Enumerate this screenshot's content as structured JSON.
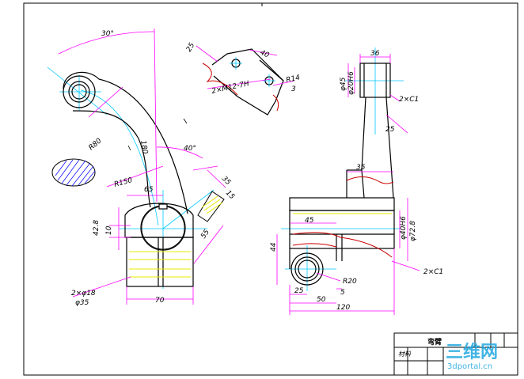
{
  "drawing": {
    "dimensions": {
      "d_30deg": "30°",
      "d_R80": "R80",
      "d_180": "180",
      "d_R150": "R150",
      "d_40deg": "40°",
      "d_65": "65",
      "d_35a": "35",
      "d_15": "15",
      "d_42_8": "42.8",
      "d_10": "10",
      "d_55": "55",
      "d_70": "70",
      "d_2xphi18": "2×φ18",
      "d_phi35": "φ35",
      "d_25a": "25",
      "d_40": "40",
      "d_2xM12": "2×M12-7H",
      "d_R14": "R14",
      "d_3": "3",
      "d_36": "36",
      "d_phi45": "φ45",
      "d_phi20H6": "φ20H6",
      "d_2xC1a": "2×C1",
      "d_25b": "25",
      "d_35b": "35",
      "d_45": "45",
      "d_phi40H6": "φ40H6",
      "d_phi72_8": "φ72.8",
      "d_44": "44",
      "d_2xC1b": "2×C1",
      "d_R20": "R20",
      "d_25c": "25",
      "d_5": "5",
      "d_50": "50",
      "d_120": "120"
    },
    "title_block": {
      "part_name": "弯臂",
      "label": "材料"
    },
    "watermark": {
      "text": "三维网",
      "url": "3dportal.cn"
    },
    "colors": {
      "outline": "#000000",
      "centerline": "#00c8ff",
      "dimension": "#ff00ff",
      "break_line": "#cc0000",
      "hatch": "#0000ff",
      "hidden": "#e8e800"
    }
  }
}
